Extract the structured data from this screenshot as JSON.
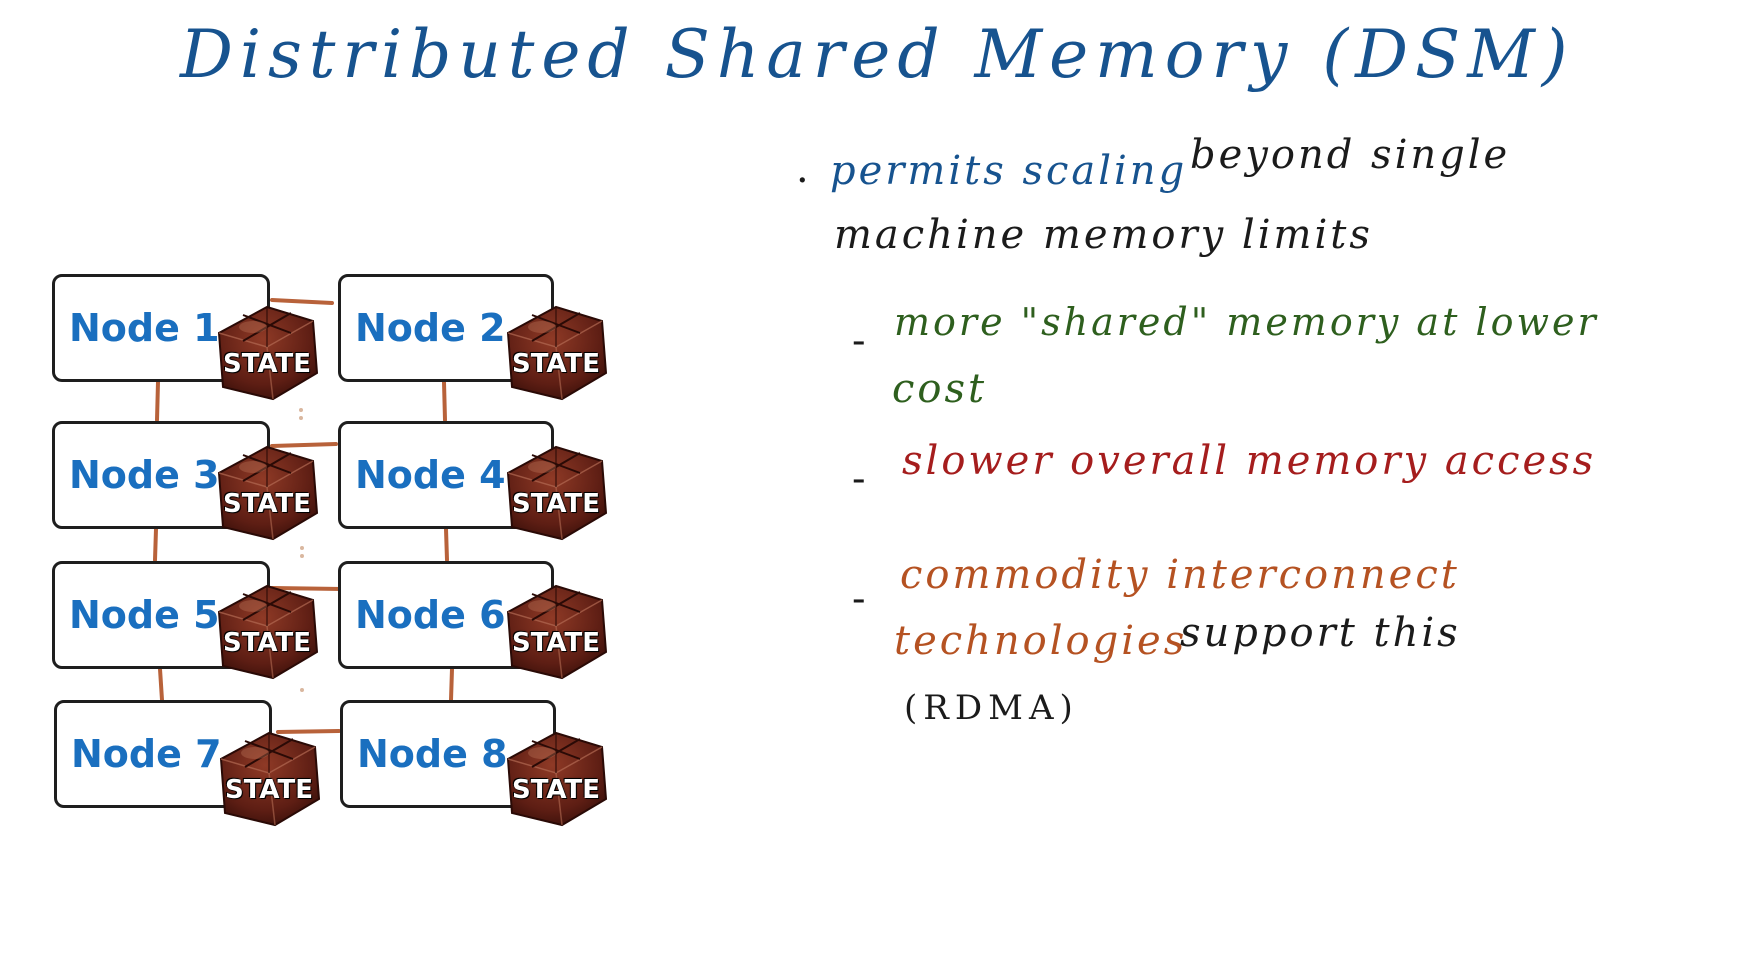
{
  "title": "Distributed Shared Memory (DSM)",
  "colors": {
    "title": "#17538f",
    "node_label": "#1a6fbf",
    "link": "#b8623a",
    "cube_base": "#6b2418",
    "note_blue": "#17538f",
    "note_black": "#1b1b1b",
    "note_green": "#2e5f1e",
    "note_red": "#a51d1d",
    "note_orange": "#b55222"
  },
  "nodes": [
    {
      "label": "Node 1",
      "state_label": "STATE"
    },
    {
      "label": "Node 2",
      "state_label": "STATE"
    },
    {
      "label": "Node 3",
      "state_label": "STATE"
    },
    {
      "label": "Node 4",
      "state_label": "STATE"
    },
    {
      "label": "Node 5",
      "state_label": "STATE"
    },
    {
      "label": "Node 6",
      "state_label": "STATE"
    },
    {
      "label": "Node 7",
      "state_label": "STATE"
    },
    {
      "label": "Node 8",
      "state_label": "STATE"
    }
  ],
  "notes": {
    "bullet1": {
      "lead": "permits scaling",
      "rest": "beyond single",
      "line2": "machine memory limits"
    },
    "bullet2": {
      "line1": "more \"shared\" memory at lower",
      "line2": "cost"
    },
    "bullet3": {
      "line1": "slower overall memory access"
    },
    "bullet4": {
      "line1": "commodity interconnect",
      "line2_colored": "technologies",
      "line2_rest": "support this",
      "line3": "(RDMA)"
    },
    "dash": "-",
    "dot": "·"
  }
}
